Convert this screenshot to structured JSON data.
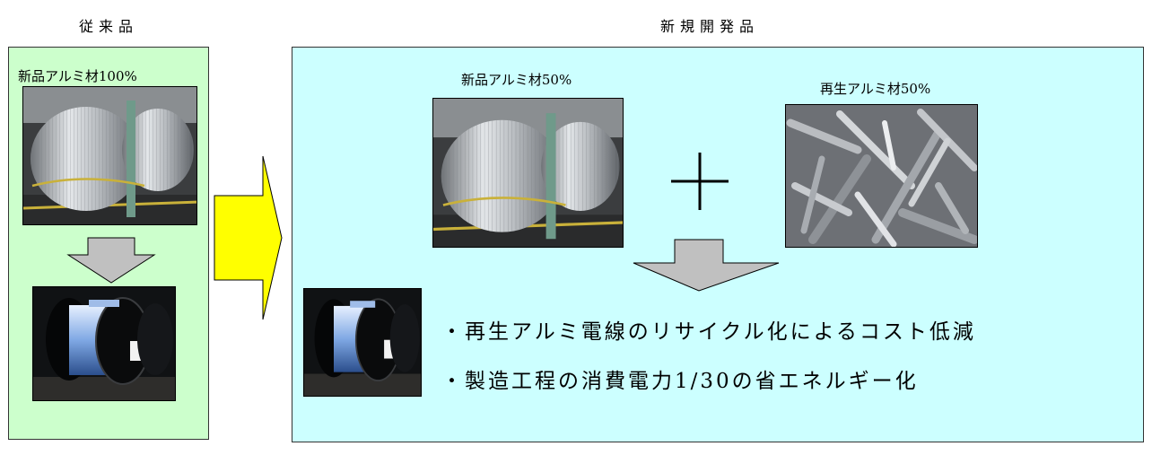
{
  "conventional": {
    "heading": "従来品",
    "material_label": "新品アルミ材100%"
  },
  "new_product": {
    "heading": "新規開発品",
    "material_new_label": "新品アルミ材50%",
    "material_recycled_label": "再生アルミ材50%",
    "plus_symbol": "+",
    "bullets": [
      "・再生アルミ電線のリサイクル化によるコスト低減",
      "・製造工程の消費電力1/30の省エネルギー化"
    ]
  },
  "colors": {
    "conventional_panel": "#ccffcc",
    "new_panel": "#ccffff",
    "transition_arrow": "#ffff00",
    "down_arrow": "#c0c0c0"
  }
}
